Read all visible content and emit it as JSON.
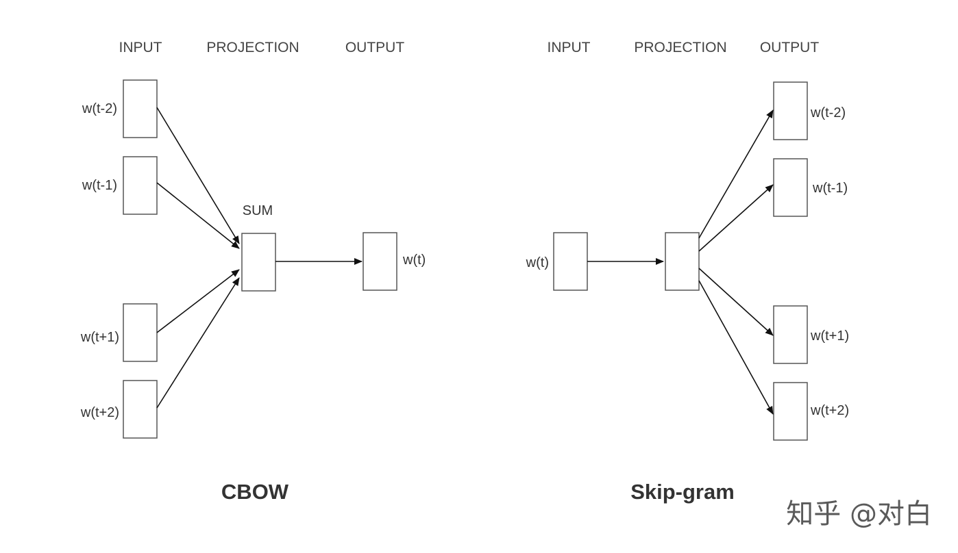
{
  "cbow": {
    "headers": {
      "input": "INPUT",
      "projection": "PROJECTION",
      "output": "OUTPUT"
    },
    "inputs": [
      "w(t-2)",
      "w(t-1)",
      "w(t+1)",
      "w(t+2)"
    ],
    "projection_label": "SUM",
    "output": "w(t)",
    "caption": "CBOW"
  },
  "skipgram": {
    "headers": {
      "input": "INPUT",
      "projection": "PROJECTION",
      "output": "OUTPUT"
    },
    "input": "w(t)",
    "outputs": [
      "w(t-2)",
      "w(t-1)",
      "w(t+1)",
      "w(t+2)"
    ],
    "caption": "Skip-gram"
  },
  "watermark": "知乎 @对白"
}
